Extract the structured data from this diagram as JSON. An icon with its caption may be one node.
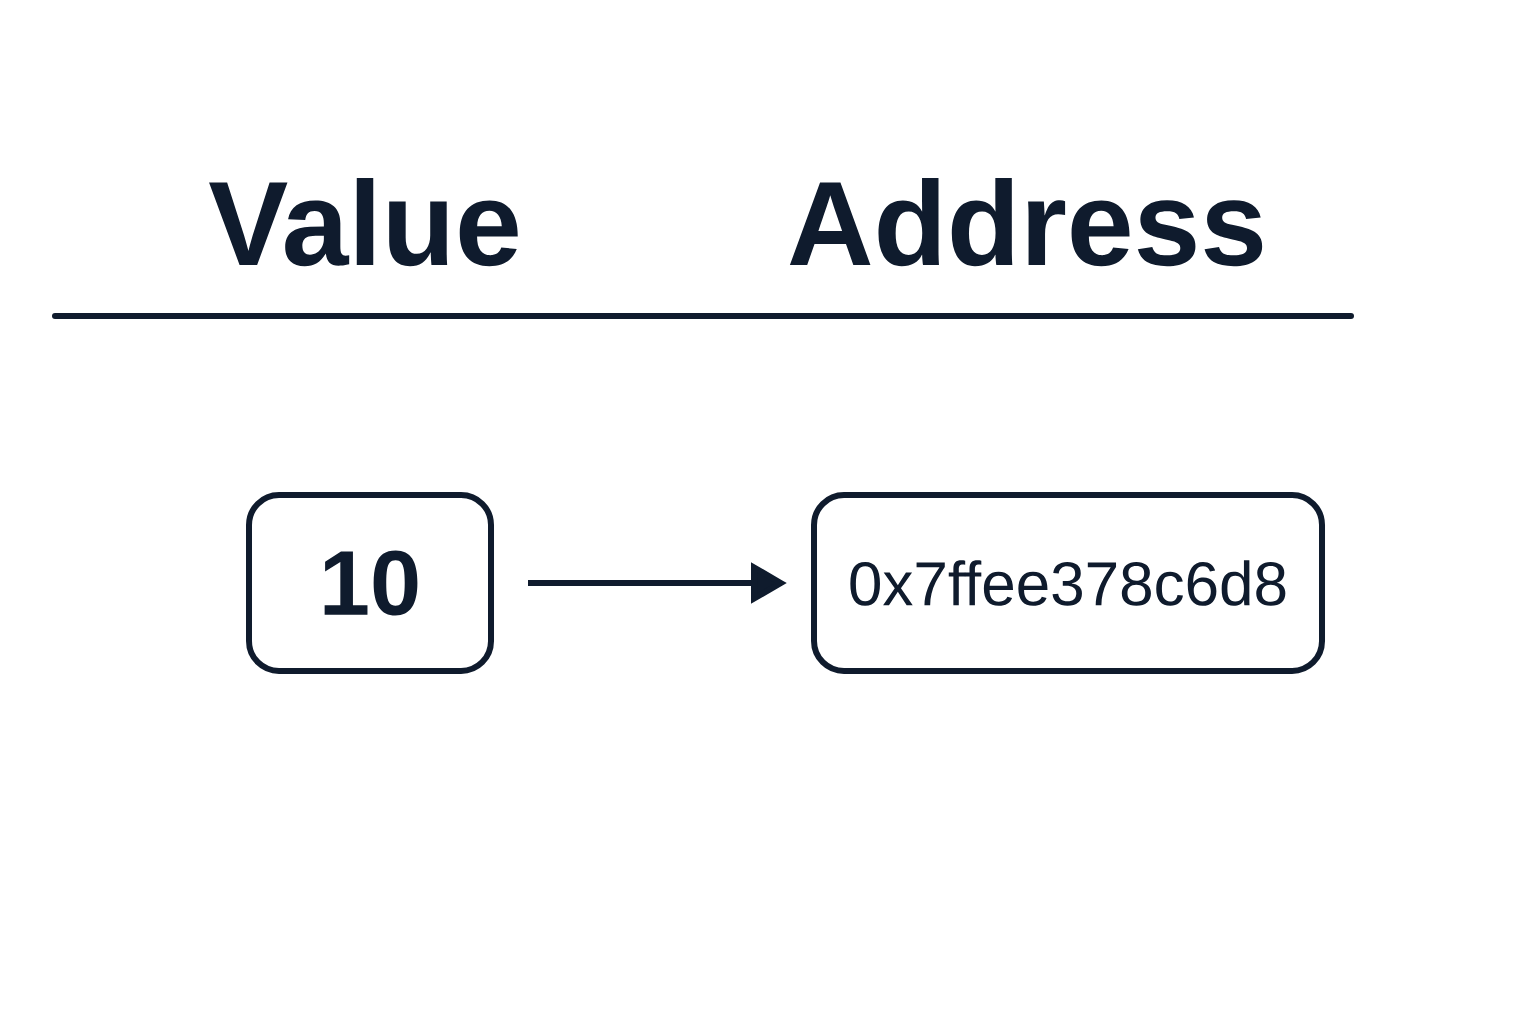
{
  "diagram": {
    "nodes": [
      {
        "text": [
          "10"
        ]
      },
      {
        "text": [
          "0x7ffee378c6d8"
        ]
      }
    ],
    "edges": [
      {
        "from": 0,
        "to": 1,
        "arrow": "to"
      }
    ],
    "labels": [
      "Value",
      "Address"
    ]
  }
}
